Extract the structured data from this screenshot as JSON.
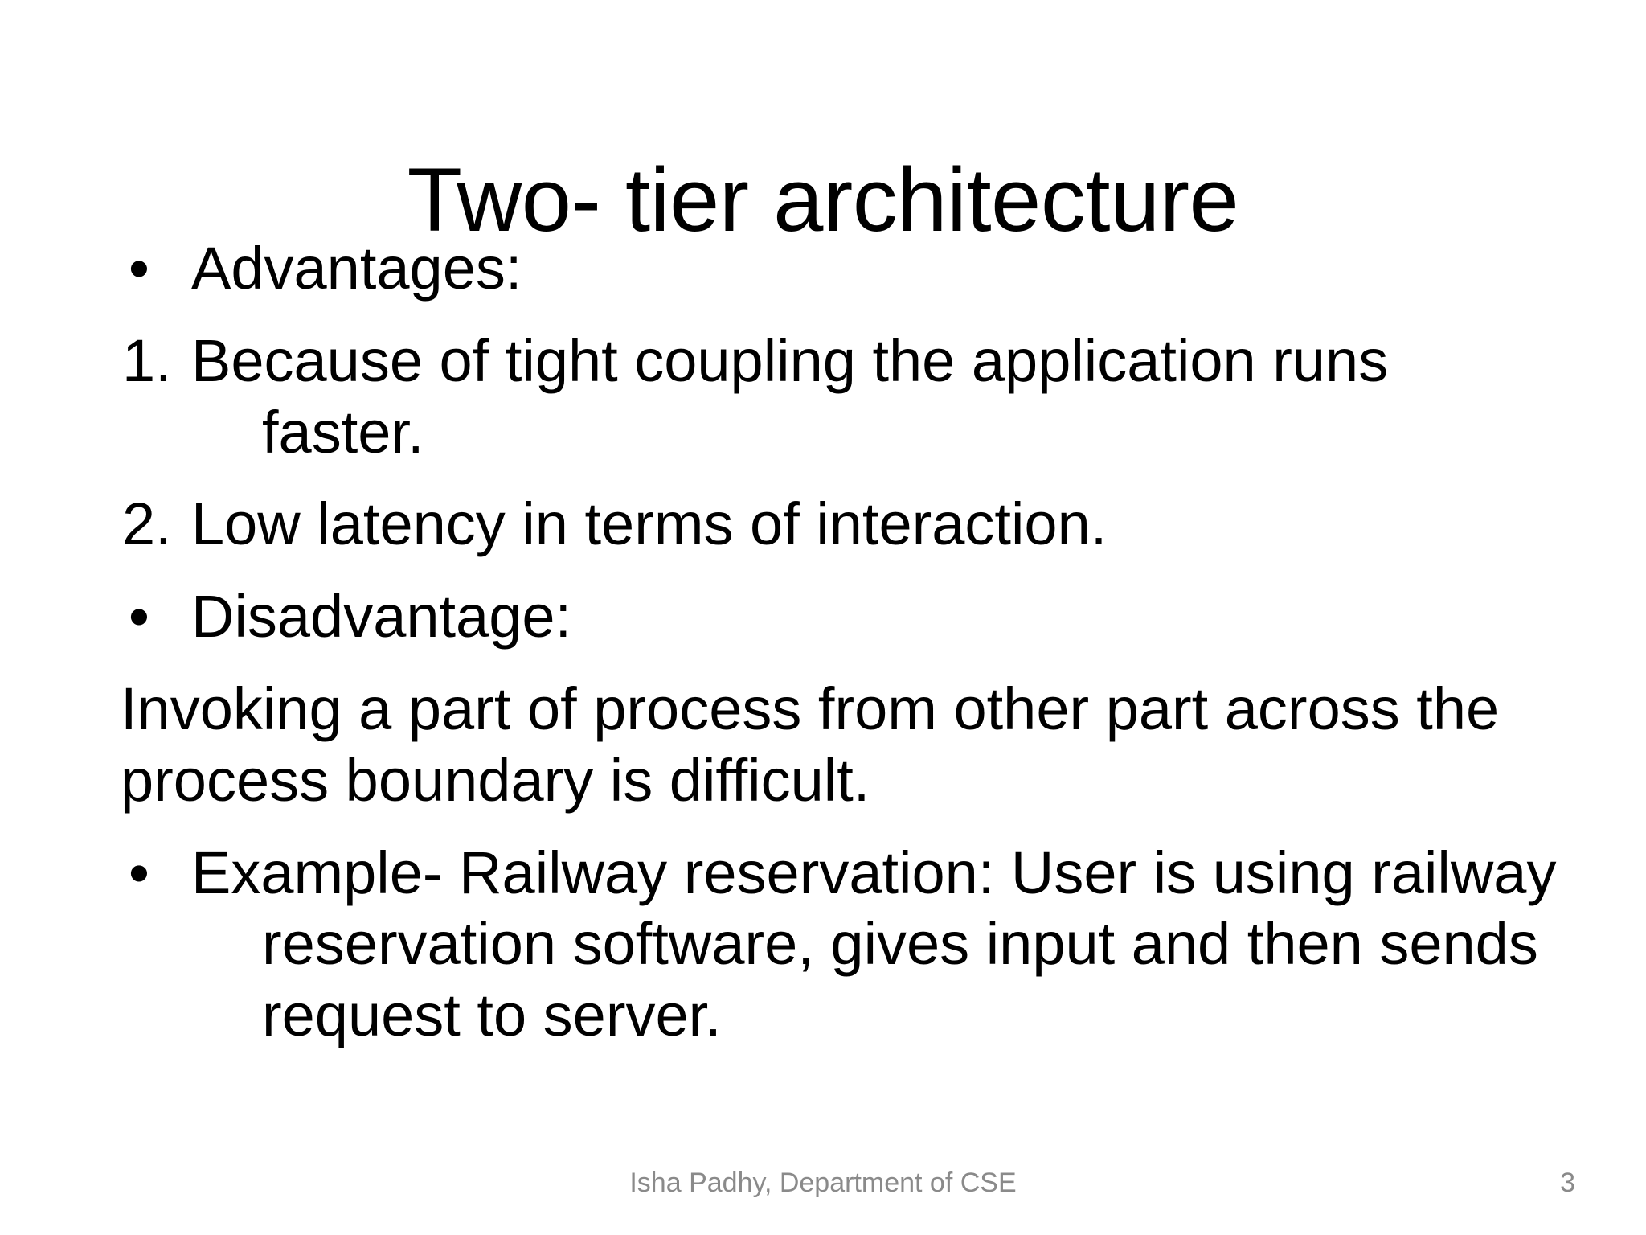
{
  "slide": {
    "title": "Two- tier architecture",
    "page_number": "3",
    "footer": "Isha Padhy, Department of CSE",
    "text_color": "#000000",
    "footer_color": "#8a8a8a",
    "background": "#ffffff"
  },
  "content": {
    "items": [
      {
        "marker": "•",
        "marker_type": "bullet",
        "text": "Advantages:"
      },
      {
        "marker": "1.",
        "marker_type": "number",
        "text": "Because of tight coupling the application runs faster."
      },
      {
        "marker": "2.",
        "marker_type": "number",
        "text": "Low latency in terms of interaction."
      },
      {
        "marker": "•",
        "marker_type": "bullet",
        "text": "Disadvantage:"
      },
      {
        "marker": "",
        "marker_type": "none",
        "text": "Invoking a part of process from other part across the process boundary is difficult."
      },
      {
        "marker": "•",
        "marker_type": "bullet",
        "text": "Example- Railway reservation: User is using railway reservation software, gives input and then sends request to server."
      }
    ]
  }
}
